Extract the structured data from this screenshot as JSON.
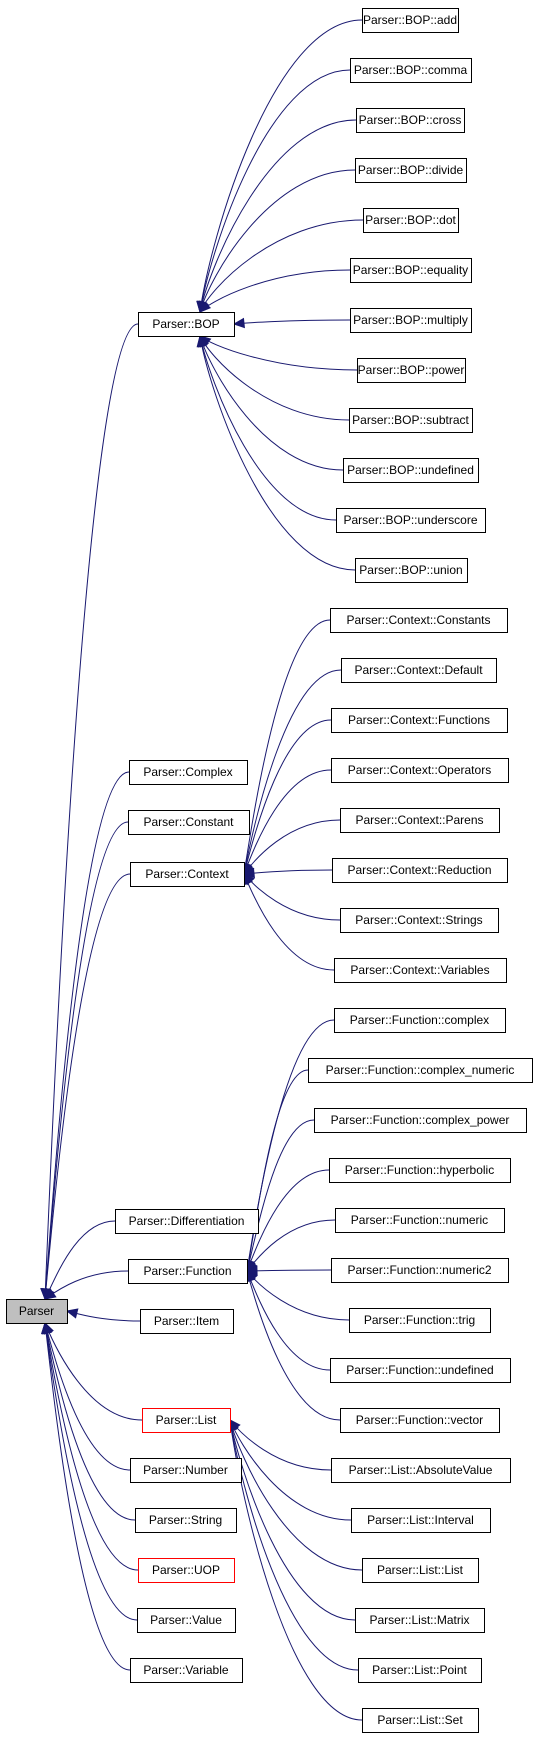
{
  "colors": {
    "edge": "#191970",
    "highlight_border": "#ff0000",
    "root_fill": "#bfbfbf"
  },
  "root": "Parser",
  "nodes": [
    {
      "id": "root",
      "label": "Parser"
    },
    {
      "id": "bop",
      "label": "Parser::BOP"
    },
    {
      "id": "bop_add",
      "label": "Parser::BOP::add"
    },
    {
      "id": "bop_comma",
      "label": "Parser::BOP::comma"
    },
    {
      "id": "bop_cross",
      "label": "Parser::BOP::cross"
    },
    {
      "id": "bop_divide",
      "label": "Parser::BOP::divide"
    },
    {
      "id": "bop_dot",
      "label": "Parser::BOP::dot"
    },
    {
      "id": "bop_equality",
      "label": "Parser::BOP::equality"
    },
    {
      "id": "bop_multiply",
      "label": "Parser::BOP::multiply"
    },
    {
      "id": "bop_power",
      "label": "Parser::BOP::power"
    },
    {
      "id": "bop_subtract",
      "label": "Parser::BOP::subtract"
    },
    {
      "id": "bop_undefined",
      "label": "Parser::BOP::undefined"
    },
    {
      "id": "bop_underscore",
      "label": "Parser::BOP::underscore"
    },
    {
      "id": "bop_union",
      "label": "Parser::BOP::union"
    },
    {
      "id": "complex",
      "label": "Parser::Complex"
    },
    {
      "id": "constant",
      "label": "Parser::Constant"
    },
    {
      "id": "context",
      "label": "Parser::Context"
    },
    {
      "id": "ctx_constants",
      "label": "Parser::Context::Constants"
    },
    {
      "id": "ctx_default",
      "label": "Parser::Context::Default"
    },
    {
      "id": "ctx_functions",
      "label": "Parser::Context::Functions"
    },
    {
      "id": "ctx_operators",
      "label": "Parser::Context::Operators"
    },
    {
      "id": "ctx_parens",
      "label": "Parser::Context::Parens"
    },
    {
      "id": "ctx_reduction",
      "label": "Parser::Context::Reduction"
    },
    {
      "id": "ctx_strings",
      "label": "Parser::Context::Strings"
    },
    {
      "id": "ctx_variables",
      "label": "Parser::Context::Variables"
    },
    {
      "id": "differentiation",
      "label": "Parser::Differentiation"
    },
    {
      "id": "function",
      "label": "Parser::Function"
    },
    {
      "id": "fn_complex",
      "label": "Parser::Function::complex"
    },
    {
      "id": "fn_complex_numeric",
      "label": "Parser::Function::complex_numeric"
    },
    {
      "id": "fn_complex_power",
      "label": "Parser::Function::complex_power"
    },
    {
      "id": "fn_hyperbolic",
      "label": "Parser::Function::hyperbolic"
    },
    {
      "id": "fn_numeric",
      "label": "Parser::Function::numeric"
    },
    {
      "id": "fn_numeric2",
      "label": "Parser::Function::numeric2"
    },
    {
      "id": "fn_trig",
      "label": "Parser::Function::trig"
    },
    {
      "id": "fn_undefined",
      "label": "Parser::Function::undefined"
    },
    {
      "id": "fn_vector",
      "label": "Parser::Function::vector"
    },
    {
      "id": "item",
      "label": "Parser::Item"
    },
    {
      "id": "list",
      "label": "Parser::List",
      "highlight": true
    },
    {
      "id": "list_absolutevalue",
      "label": "Parser::List::AbsoluteValue"
    },
    {
      "id": "list_interval",
      "label": "Parser::List::Interval"
    },
    {
      "id": "list_list",
      "label": "Parser::List::List"
    },
    {
      "id": "list_matrix",
      "label": "Parser::List::Matrix"
    },
    {
      "id": "list_point",
      "label": "Parser::List::Point"
    },
    {
      "id": "list_set",
      "label": "Parser::List::Set"
    },
    {
      "id": "number",
      "label": "Parser::Number"
    },
    {
      "id": "string",
      "label": "Parser::String"
    },
    {
      "id": "uop",
      "label": "Parser::UOP",
      "highlight": true
    },
    {
      "id": "value",
      "label": "Parser::Value"
    },
    {
      "id": "variable",
      "label": "Parser::Variable"
    }
  ],
  "edges": [
    {
      "from": "bop",
      "to": "root"
    },
    {
      "from": "complex",
      "to": "root"
    },
    {
      "from": "constant",
      "to": "root"
    },
    {
      "from": "context",
      "to": "root"
    },
    {
      "from": "differentiation",
      "to": "root"
    },
    {
      "from": "function",
      "to": "root"
    },
    {
      "from": "item",
      "to": "root"
    },
    {
      "from": "list",
      "to": "root"
    },
    {
      "from": "number",
      "to": "root"
    },
    {
      "from": "string",
      "to": "root"
    },
    {
      "from": "uop",
      "to": "root"
    },
    {
      "from": "value",
      "to": "root"
    },
    {
      "from": "variable",
      "to": "root"
    },
    {
      "from": "bop_add",
      "to": "bop"
    },
    {
      "from": "bop_comma",
      "to": "bop"
    },
    {
      "from": "bop_cross",
      "to": "bop"
    },
    {
      "from": "bop_divide",
      "to": "bop"
    },
    {
      "from": "bop_dot",
      "to": "bop"
    },
    {
      "from": "bop_equality",
      "to": "bop"
    },
    {
      "from": "bop_multiply",
      "to": "bop"
    },
    {
      "from": "bop_power",
      "to": "bop"
    },
    {
      "from": "bop_subtract",
      "to": "bop"
    },
    {
      "from": "bop_undefined",
      "to": "bop"
    },
    {
      "from": "bop_underscore",
      "to": "bop"
    },
    {
      "from": "bop_union",
      "to": "bop"
    },
    {
      "from": "ctx_constants",
      "to": "context"
    },
    {
      "from": "ctx_default",
      "to": "context"
    },
    {
      "from": "ctx_functions",
      "to": "context"
    },
    {
      "from": "ctx_operators",
      "to": "context"
    },
    {
      "from": "ctx_parens",
      "to": "context"
    },
    {
      "from": "ctx_reduction",
      "to": "context"
    },
    {
      "from": "ctx_strings",
      "to": "context"
    },
    {
      "from": "ctx_variables",
      "to": "context"
    },
    {
      "from": "fn_complex",
      "to": "function"
    },
    {
      "from": "fn_complex_numeric",
      "to": "function"
    },
    {
      "from": "fn_complex_power",
      "to": "function"
    },
    {
      "from": "fn_hyperbolic",
      "to": "function"
    },
    {
      "from": "fn_numeric",
      "to": "function"
    },
    {
      "from": "fn_numeric2",
      "to": "function"
    },
    {
      "from": "fn_trig",
      "to": "function"
    },
    {
      "from": "fn_undefined",
      "to": "function"
    },
    {
      "from": "fn_vector",
      "to": "function"
    },
    {
      "from": "list_absolutevalue",
      "to": "list"
    },
    {
      "from": "list_interval",
      "to": "list"
    },
    {
      "from": "list_list",
      "to": "list"
    },
    {
      "from": "list_matrix",
      "to": "list"
    },
    {
      "from": "list_point",
      "to": "list"
    },
    {
      "from": "list_set",
      "to": "list"
    }
  ]
}
